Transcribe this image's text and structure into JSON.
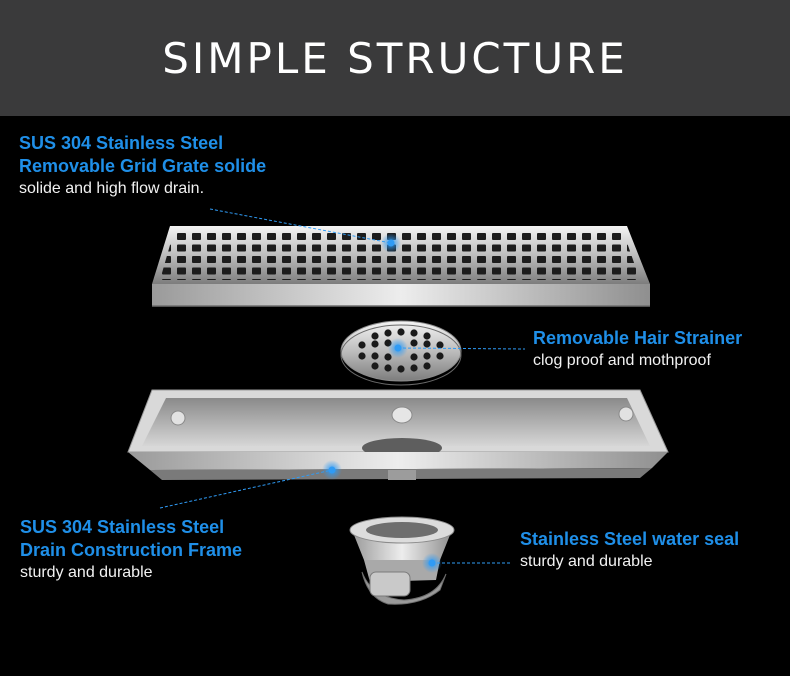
{
  "header": {
    "title": "SIMPLE STRUCTURE"
  },
  "labels": {
    "grate": {
      "title_line1": "SUS 304 Stainless Steel",
      "title_line2": "Removable Grid Grate solide",
      "desc": "solide and high flow drain."
    },
    "strainer": {
      "title": "Removable Hair Strainer",
      "desc": "clog proof and mothproof"
    },
    "frame": {
      "title_line1": "SUS 304 Stainless Steel",
      "title_line2": "Drain Construction Frame",
      "desc": "sturdy and durable"
    },
    "seal": {
      "title": "Stainless Steel water seal",
      "desc": "sturdy and durable"
    }
  },
  "colors": {
    "accent": "#1f8fe8",
    "header_bg": "#3a3a3b",
    "background": "#000000"
  }
}
